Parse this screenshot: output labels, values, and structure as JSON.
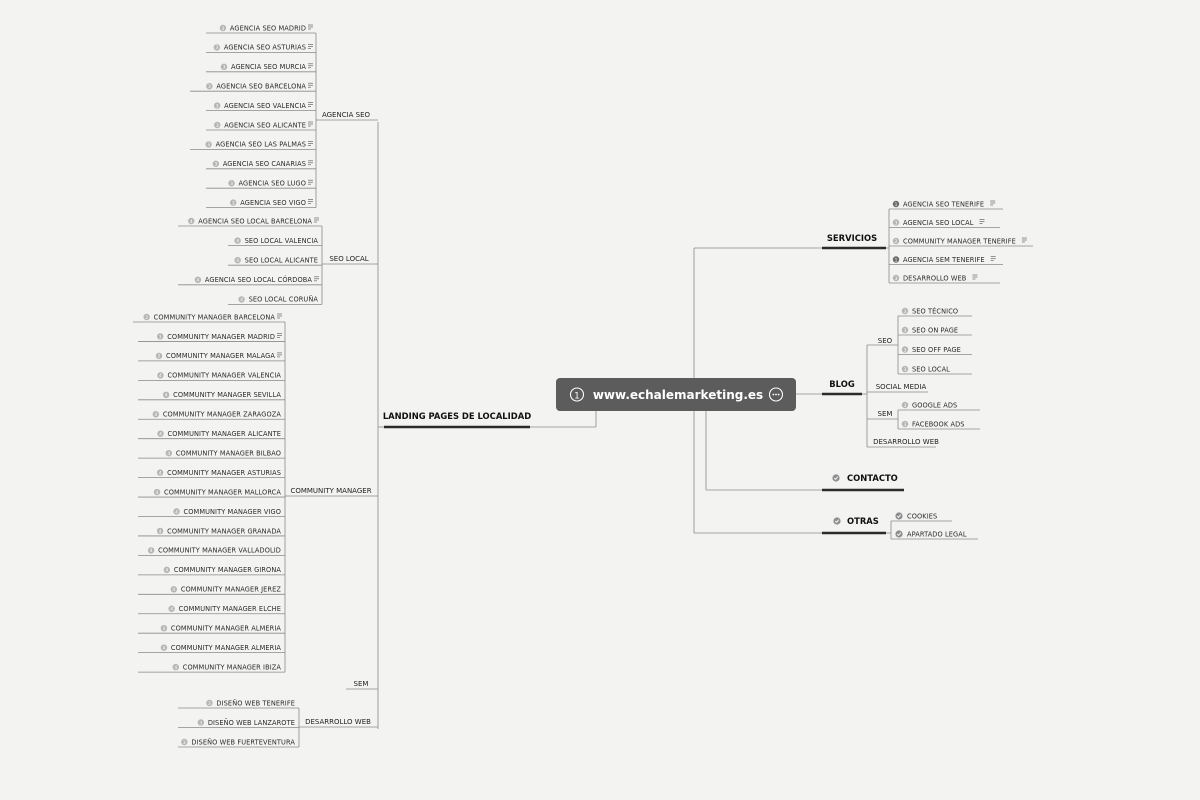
{
  "root": {
    "label": "www.echalemarketing.es",
    "priority": "1"
  },
  "left": {
    "label": "LANDING PAGES DE LOCALIDAD",
    "groups": [
      {
        "label": "AGENCIA SEO",
        "items": [
          "AGENCIA SEO MADRID",
          "AGENCIA SEO ASTURIAS",
          "AGENCIA SEO MURCIA",
          "AGENCIA SEO BARCELONA",
          "AGENCIA SEO VALENCIA",
          "AGENCIA SEO ALICANTE",
          "AGENCIA SEO LAS PALMAS",
          "AGENCIA SEO CANARIAS",
          "AGENCIA SEO LUGO",
          "AGENCIA SEO VIGO"
        ],
        "marks": [
          "3",
          "3",
          "3",
          "3",
          "3",
          "3",
          "3",
          "3",
          "3",
          "3"
        ],
        "notes": [
          true,
          true,
          true,
          true,
          true,
          true,
          true,
          true,
          true,
          true
        ]
      },
      {
        "label": "SEO LOCAL",
        "items": [
          "AGENCIA SEO LOCAL BARCELONA",
          "SEO LOCAL VALENCIA",
          "SEO LOCAL ALICANTE",
          "AGENCIA SEO LOCAL CÓRDOBA",
          "SEO LOCAL CORUÑA"
        ],
        "marks": [
          "4",
          "4",
          "4",
          "4",
          "4"
        ],
        "notes": [
          true,
          false,
          false,
          true,
          false
        ]
      },
      {
        "label": "COMMUNITY MANAGER",
        "items": [
          "COMMUNITY MANAGER BARCELONA",
          "COMMUNITY MANAGER MADRID",
          "COMMUNITY MANAGER MALAGA",
          "COMMUNITY MANAGER VALENCIA",
          "COMMUNITY MANAGER SEVILLA",
          "COMMUNITY MANAGER ZARAGOZA",
          "COMMUNITY MANAGER ALICANTE",
          "COMMUNITY MANAGER BILBAO",
          "COMMUNITY MANAGER ASTURIAS",
          "COMMUNITY MANAGER MALLORCA",
          "COMMUNITY MANAGER VIGO",
          "COMMUNITY MANAGER GRANADA",
          "COMMUNITY MANAGER VALLADOLID",
          "COMMUNITY MANAGER GIRONA",
          "COMMUNITY MANAGER JEREZ",
          "COMMUNITY MANAGER ELCHE",
          "COMMUNITY MANAGER ALMERIA",
          "COMMUNITY MANAGER ALMERIA",
          "COMMUNITY MANAGER IBIZA"
        ],
        "marks": [
          "2",
          "3",
          "2",
          "4",
          "4",
          "4",
          "4",
          "4",
          "4",
          "4",
          "4",
          "4",
          "4",
          "4",
          "4",
          "4",
          "4",
          "4",
          "4"
        ],
        "notes": [
          true,
          true,
          true,
          false,
          false,
          false,
          false,
          false,
          false,
          false,
          false,
          false,
          false,
          false,
          false,
          false,
          false,
          false,
          false
        ]
      },
      {
        "label": "SEM",
        "items": [],
        "marks": [],
        "notes": []
      },
      {
        "label": "DESARROLLO WEB",
        "items": [
          "DISEÑO WEB TENERIFE",
          "DISEÑO WEB LANZAROTE",
          "DISEÑO WEB FUERTEVENTURA"
        ],
        "marks": [
          "3",
          "3",
          "3"
        ],
        "notes": [
          false,
          false,
          false
        ]
      }
    ]
  },
  "right": {
    "servicios": {
      "label": "SERVICIOS",
      "items": [
        "AGENCIA SEO TENERIFE",
        "AGENCIA SEO LOCAL",
        "COMMUNITY MANAGER TENERIFE",
        "AGENCIA SEM TENERIFE",
        "DESARROLLO WEB"
      ],
      "marks": [
        "1",
        "3",
        "2",
        "1",
        "3"
      ],
      "notes": [
        true,
        true,
        true,
        true,
        true
      ]
    },
    "blog": {
      "label": "BLOG",
      "seo": {
        "label": "SEO",
        "items": [
          "SEO TÉCNICO",
          "SEO ON PAGE",
          "SEO OFF PAGE",
          "SEO LOCAL"
        ]
      },
      "social": {
        "label": "SOCIAL MEDIA"
      },
      "sem": {
        "label": "SEM",
        "items": [
          "GOOGLE ADS",
          "FACEBOOK ADS"
        ]
      },
      "web": {
        "label": "DESARROLLO WEB"
      }
    },
    "contacto": {
      "label": "CONTACTO"
    },
    "otras": {
      "label": "OTRAS",
      "items": [
        "COOKIES",
        "APARTADO LEGAL"
      ]
    }
  },
  "colors": {
    "background": "#f3f3f2",
    "root": "#5c5c5c",
    "line": "#8a8a8a",
    "accent": "#2b2b2b"
  }
}
